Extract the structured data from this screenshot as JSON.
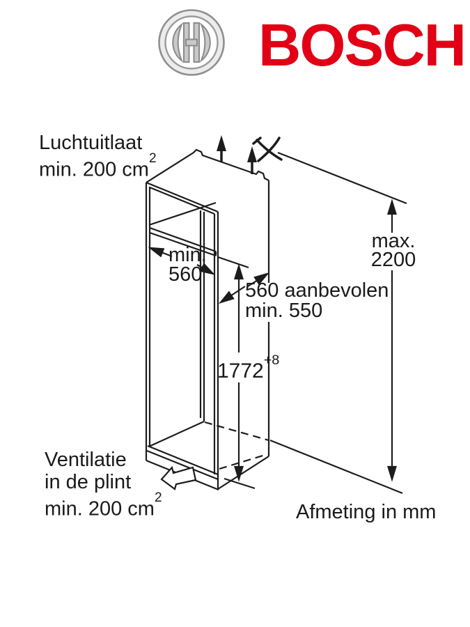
{
  "brand": {
    "wordmark": "BOSCH",
    "brand_color": "#e10015"
  },
  "annotations": {
    "air_outlet": {
      "line1": "Luchtuitlaat",
      "line2": "min. 200 cm",
      "superscript": "2"
    },
    "niche_width": {
      "line1": "min.",
      "line2": "560"
    },
    "niche_depth": {
      "line1": "560 aanbevolen",
      "line2": "min. 550"
    },
    "niche_height": {
      "value": "1772",
      "tolerance": "+8"
    },
    "max_height": {
      "line1": "max.",
      "line2": "2200"
    },
    "plinth_vent": {
      "line1": "Ventilatie",
      "line2": "in de plint",
      "line3": "min. 200 cm",
      "superscript": "2"
    },
    "units_note": "Afmeting in mm"
  },
  "dimensions_mm": {
    "niche_width_min": 560,
    "niche_depth_recommended": 560,
    "niche_depth_min": 550,
    "niche_height": "1772 +8",
    "max_overall_height": 2200,
    "air_outlet_min_cm2": 200,
    "plinth_vent_min_cm2": 200
  }
}
